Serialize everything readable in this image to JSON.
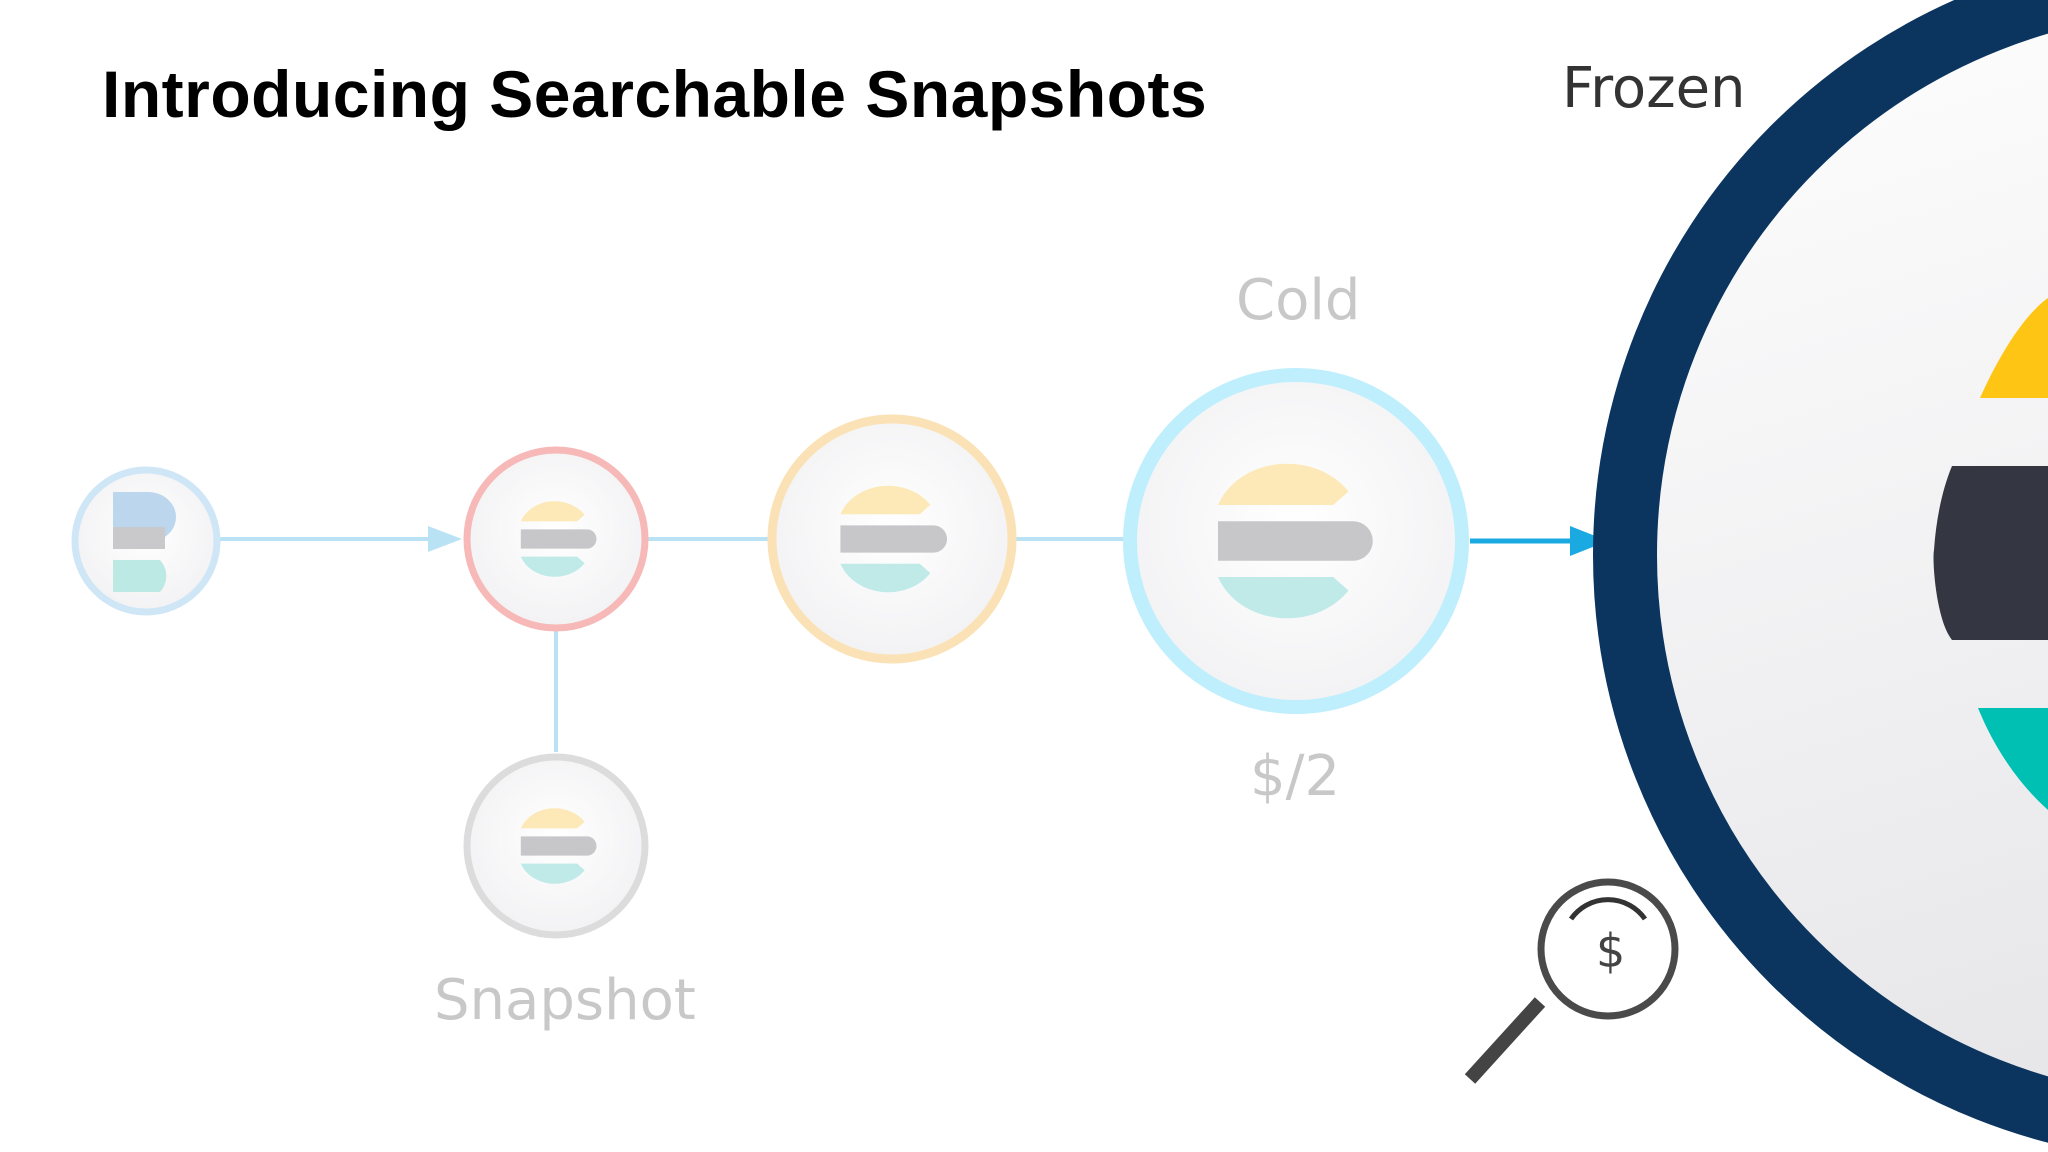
{
  "slide": {
    "title": "Introducing Searchable Snapshots",
    "labels": {
      "frozen": "Frozen",
      "cold": "Cold",
      "cold_cost": "$/2",
      "snapshot": "Snapshot",
      "search_cost_symbol": "$"
    }
  },
  "colors": {
    "frozen_ring": "#0b355f",
    "flow_line": "#b9e2f5",
    "arrow_active": "#1ba9e1",
    "ring_ingest": "#cfe6f7",
    "ring_hot": "#f7b8b8",
    "ring_warm": "#fbe2b6",
    "ring_cold": "#bfeffd",
    "ring_snapshot": "#dcdcdc",
    "logo_yellow": "#fec514",
    "logo_dark": "#343741",
    "logo_teal": "#00bfb3"
  },
  "icons": {
    "ingest": "beats-logo-icon",
    "tiers": "elasticsearch-logo-icon",
    "search_cost": "magnifier-dollar-icon"
  }
}
